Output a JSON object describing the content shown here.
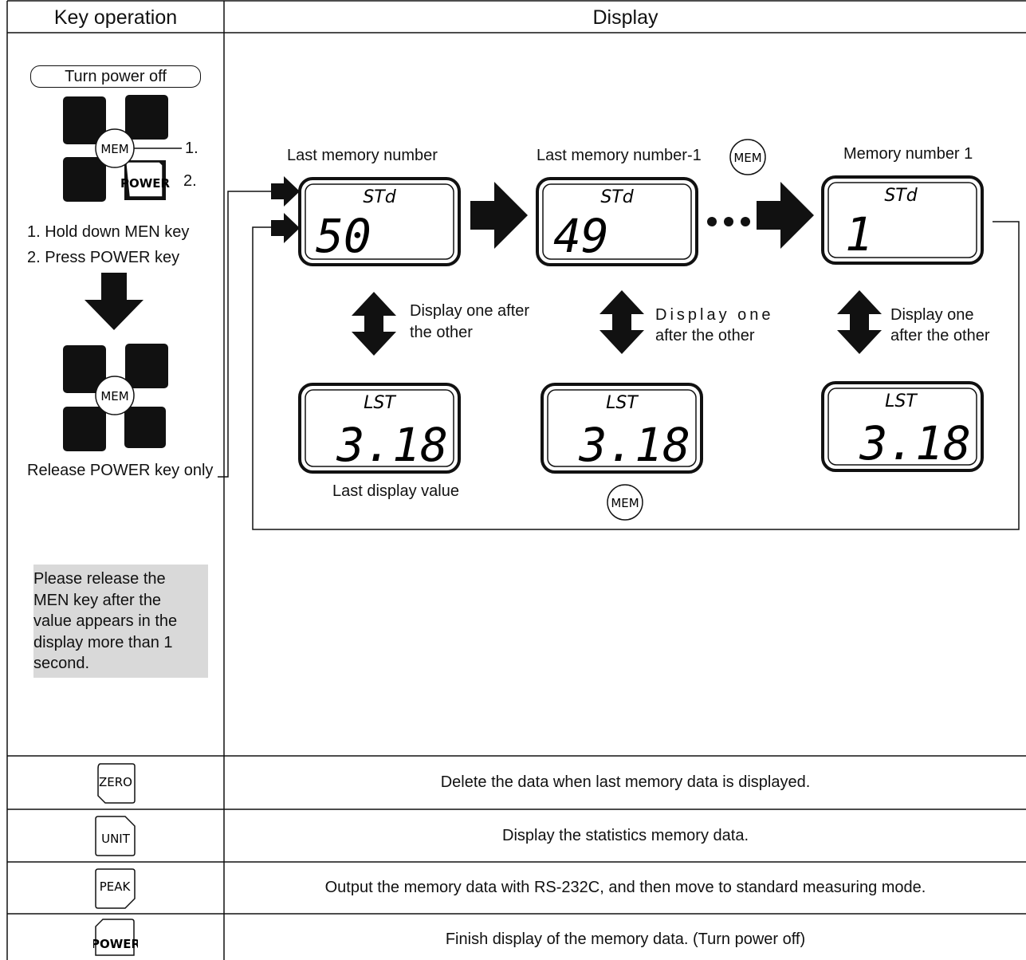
{
  "headers": {
    "key_operation": "Key operation",
    "display": "Display"
  },
  "left_panel": {
    "turn_power_off": "Turn power off",
    "mem_key": "MEM",
    "power_key": "POWER",
    "step_num_1": "1.",
    "step_num_2": "2.",
    "step1": "1. Hold down MEN key",
    "step2": "2. Press POWER key",
    "release": "Release POWER key only",
    "note_lines": [
      "Please release the",
      "MEN key after the",
      "value appears in the",
      "display more than 1",
      "second."
    ]
  },
  "display_panel": {
    "label_last_memory": "Last memory number",
    "label_last_memory_minus1": "Last memory number-1",
    "label_memory_1": "Memory number 1",
    "mem_badge": "MEM",
    "lcd_std_label": "STd",
    "lcd_lst_label": "LST",
    "lcd_top_values": [
      "50",
      "49",
      "1"
    ],
    "lcd_bottom_value": "3.18",
    "alternate_1": [
      "Display one after",
      "the other"
    ],
    "alternate_2": [
      "Display one",
      "after the other"
    ],
    "alternate_3": [
      "Display one",
      "after the other"
    ],
    "last_display_value": "Last display value"
  },
  "rows": [
    {
      "key": "ZERO",
      "description": "Delete the data when last memory data is displayed."
    },
    {
      "key": "UNIT",
      "description": "Display the statistics memory data."
    },
    {
      "key": "PEAK",
      "description": "Output the memory data with RS-232C, and then move to standard measuring mode."
    },
    {
      "key": "POWER",
      "description": "Finish display of the memory data. (Turn power off)"
    }
  ]
}
